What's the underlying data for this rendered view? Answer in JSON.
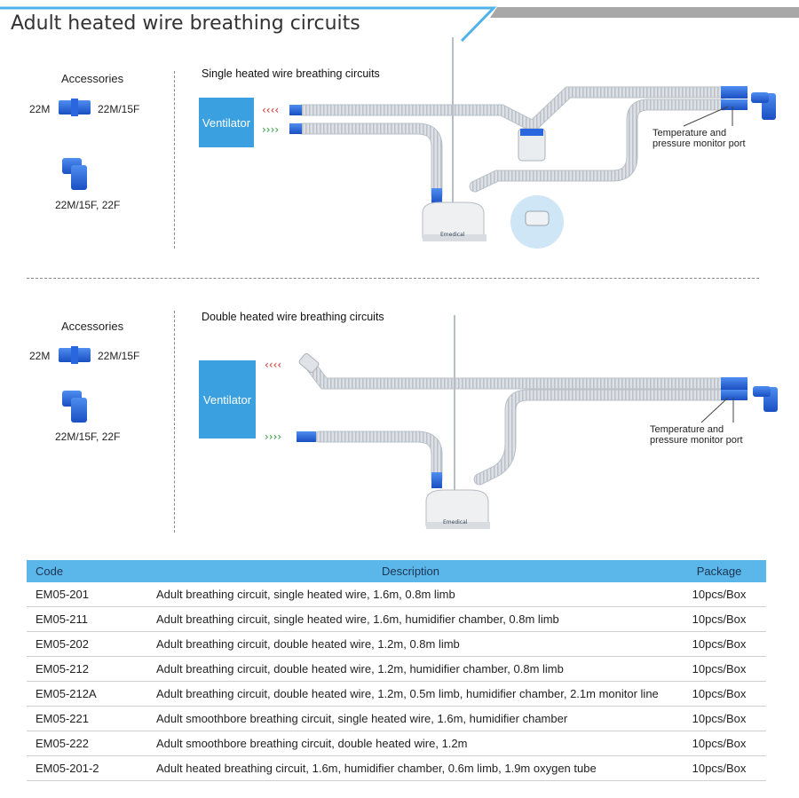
{
  "title": "Adult heated wire breathing circuits",
  "section1": {
    "accessories_title": "Accessories",
    "conn1_left": "22M",
    "conn1_right": "22M/15F",
    "elbow_label": "22M/15F, 22F",
    "heading": "Single heated wire breathing circuits",
    "ventilator": "Ventilator",
    "monitor_port_line1": "Temperature and",
    "monitor_port_line2": "pressure monitor port",
    "brand": "Emedical"
  },
  "section2": {
    "accessories_title": "Accessories",
    "conn1_left": "22M",
    "conn1_right": "22M/15F",
    "elbow_label": "22M/15F, 22F",
    "heading": "Double heated wire breathing circuits",
    "ventilator": "Ventilator",
    "monitor_port_line1": "Temperature and",
    "monitor_port_line2": "pressure monitor port",
    "brand": "Emedical"
  },
  "table": {
    "headers": [
      "Code",
      "Description",
      "Package"
    ],
    "rows": [
      [
        "EM05-201",
        "Adult breathing circuit, single heated wire, 1.6m, 0.8m limb",
        "10pcs/Box"
      ],
      [
        "EM05-211",
        "Adult breathing circuit, single heated wire, 1.6m, humidifier chamber, 0.8m limb",
        "10pcs/Box"
      ],
      [
        "EM05-202",
        "Adult breathing circuit, double heated wire, 1.2m, 0.8m limb",
        "10pcs/Box"
      ],
      [
        "EM05-212",
        "Adult breathing circuit, double heated wire, 1.2m, humidifier chamber, 0.8m limb",
        "10pcs/Box"
      ],
      [
        "EM05-212A",
        "Adult breathing circuit, double heated wire, 1.2m, 0.5m limb, humidifier chamber, 2.1m monitor line",
        "10pcs/Box"
      ],
      [
        "EM05-221",
        "Adult smoothbore breathing circuit, single heated wire, 1.6m, humidifier chamber",
        "10pcs/Box"
      ],
      [
        "EM05-222",
        "Adult smoothbore breathing circuit, double heated wire, 1.2m",
        "10pcs/Box"
      ],
      [
        "EM05-201-2",
        "Adult heated breathing circuit, 1.6m, humidifier chamber, 0.6m limb, 1.9m oxygen tube",
        "10pcs/Box"
      ]
    ]
  },
  "colors": {
    "accent": "#3aa0e0",
    "header_blue": "#4fb3ea",
    "header_gray": "#a8a8a8",
    "connector_blue": "#1e5fd6",
    "tube_gray": "#d4d9de",
    "arrow_red": "#d0312d",
    "arrow_green": "#2e9a3a"
  }
}
